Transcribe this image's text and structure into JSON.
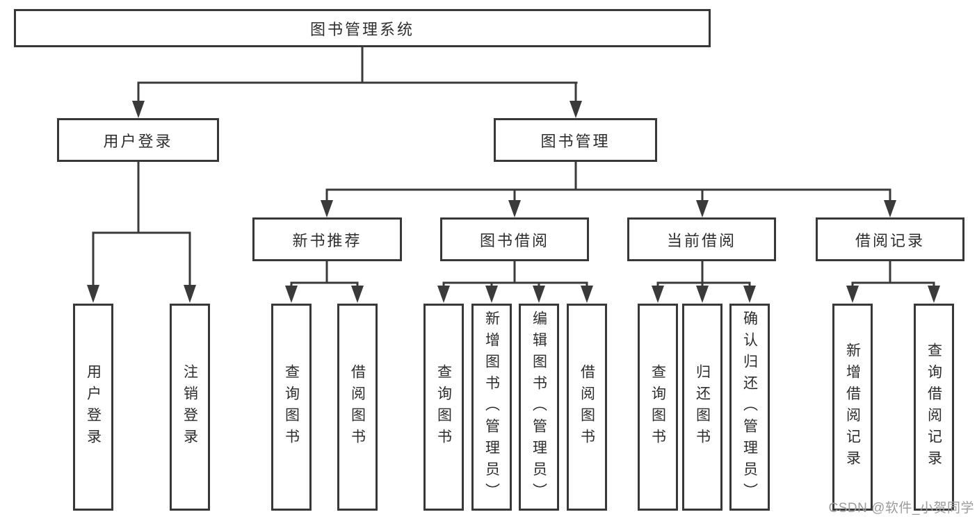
{
  "nodes": {
    "root": "图书管理系统",
    "user_login": "用户登录",
    "book_management": "图书管理",
    "new_book_recommend": "新书推荐",
    "book_borrow": "图书借阅",
    "current_borrow": "当前借阅",
    "borrow_records": "借阅记录",
    "leaf_user_login": "用户登录",
    "leaf_logout": "注销登录",
    "leaf_nbr_query_book": "查询图书",
    "leaf_nbr_borrow_book": "借阅图书",
    "leaf_bb_query_book": "查询图书",
    "leaf_bb_add_book": "新增图书（管理员）",
    "leaf_bb_edit_book": "编辑图书（管理员）",
    "leaf_bb_borrow_book": "借阅图书",
    "leaf_cb_query_book": "查询图书",
    "leaf_cb_return_book": "归还图书",
    "leaf_cb_confirm_return": "确认归还（管理员）",
    "leaf_br_add_record": "新增借阅记录",
    "leaf_br_query_record": "查询借阅记录"
  },
  "watermark": "CSDN @软件_小贺同学",
  "colors": {
    "line": "#3a3a3a",
    "box_border": "#383838",
    "text": "#2d2d2d",
    "watermark": "#9b9b9b",
    "background": "#ffffff"
  }
}
